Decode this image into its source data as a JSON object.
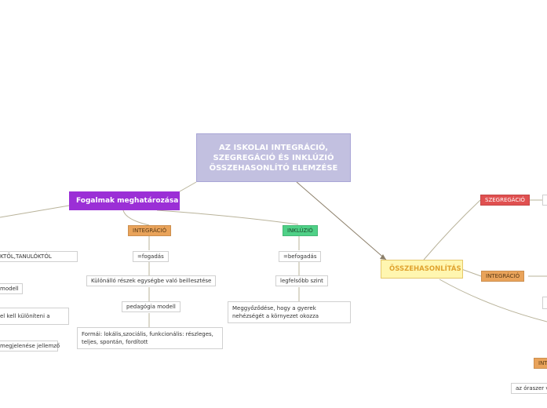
{
  "center": {
    "title_lines": [
      "AZ ISKOLAI INTEGRÁCIÓ,",
      "SZEGREGÁCIÓ ÉS INKLÚZIÓ",
      "ÖSSZEHASONLÍTÓ ELEMZÉSE"
    ]
  },
  "left": {
    "main": "Fogalmak meghatározása",
    "integracio": {
      "label": "INTEGRÁCIÓ",
      "items": [
        "=fogadás",
        "Különálló részek egységbe való beillesztése",
        "pedagógia modell"
      ],
      "detail": "Formái: lokális,szociális, funkcionális: részleges, teljes, spontán, fordított"
    },
    "inkluzio": {
      "label": "INKLÚZIÓ",
      "items": [
        "=befogadás",
        "legfelsőbb szint"
      ],
      "detail": "Meggyőződése, hogy a gyerek nehézségét a környezet okozza"
    },
    "cut_items": [
      "KTŐL,TANULÓKTÓL",
      "modell",
      "el kell különíteni a",
      "megjelenése jellemző"
    ]
  },
  "right": {
    "main": "ÖSSZEHASONLÍTÁS",
    "tags": {
      "szegregacio": "SZEGREGÁCIÓ",
      "integracio": "INTEGRÁCIÓ",
      "int_partial": "INT"
    },
    "bottom_text": "az óraszer v"
  },
  "colors": {
    "center_bg": "#c2c0e0",
    "purple": "#9b2fd6",
    "yellow": "#fff6b0",
    "orange": "#e9a35a",
    "green": "#4fd187",
    "red": "#e05050",
    "link": "#8c7f6a"
  }
}
